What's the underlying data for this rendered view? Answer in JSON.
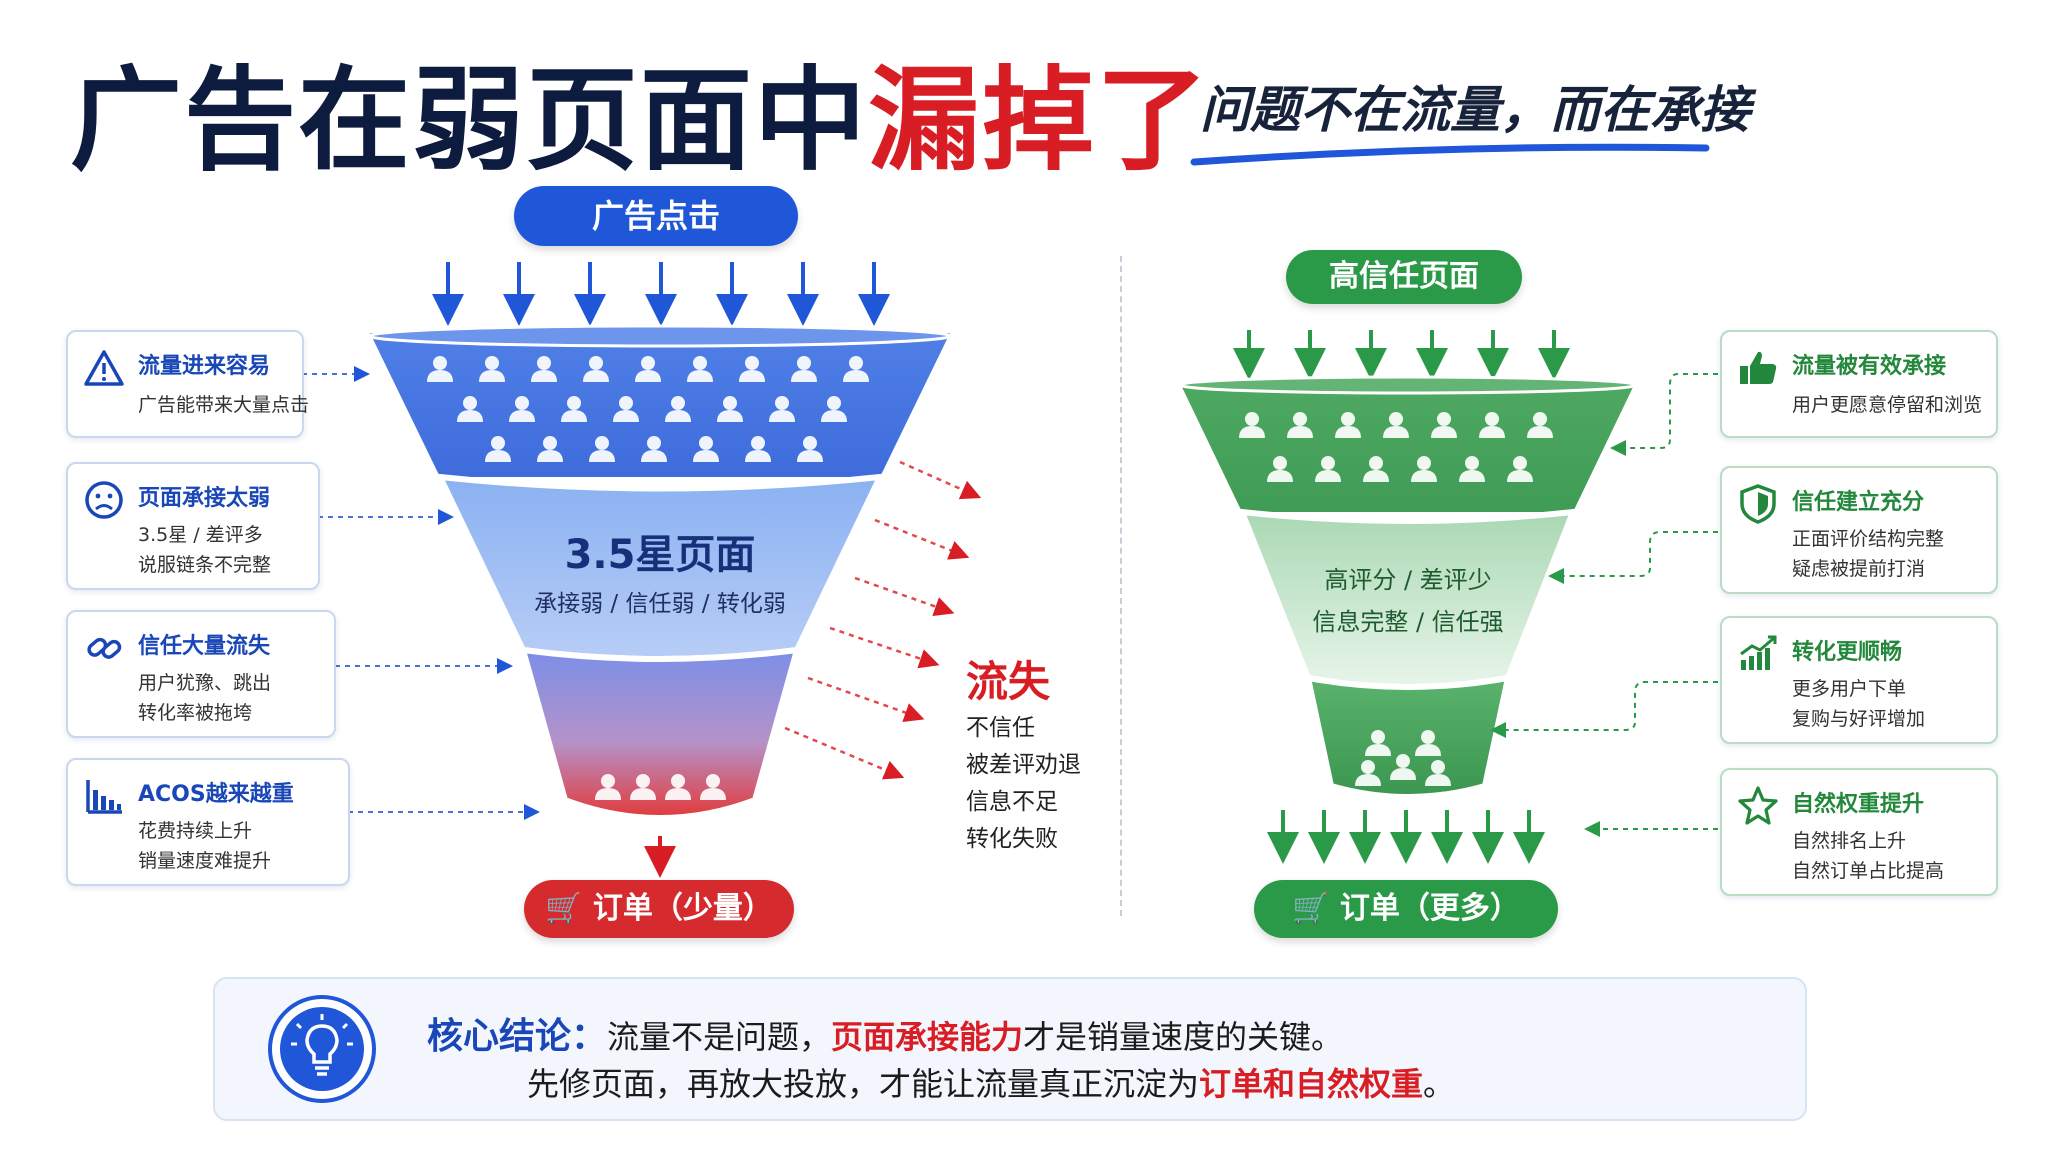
{
  "header": {
    "title_main": "广告在弱页面中",
    "title_highlight": "漏掉了",
    "subtitle": "问题不在流量，而在承接"
  },
  "left_funnel": {
    "top_label": "广告点击",
    "middle_title": "3.5星页面",
    "middle_subtitle": "承接弱 / 信任弱 / 转化弱",
    "bottom_label": "订单（少量）"
  },
  "left_cards": [
    {
      "title": "流量进来容易",
      "lines": [
        "广告能带来大量点击"
      ],
      "icon": "warning-triangle-icon"
    },
    {
      "title": "页面承接太弱",
      "lines": [
        "3.5星 / 差评多",
        "说服链条不完整"
      ],
      "icon": "sad-face-icon"
    },
    {
      "title": "信任大量流失",
      "lines": [
        "用户犹豫、跳出",
        "转化率被拖垮"
      ],
      "icon": "broken-link-icon"
    },
    {
      "title": "ACOS越来越重",
      "lines": [
        "花费持续上升",
        "销量速度难提升"
      ],
      "icon": "bar-chart-icon"
    }
  ],
  "loss": {
    "title": "流失",
    "items": [
      "不信任",
      "被差评劝退",
      "信息不足",
      "转化失败"
    ]
  },
  "right_funnel": {
    "top_label": "高信任页面",
    "middle_line1": "高评分 / 差评少",
    "middle_line2": "信息完整 / 信任强",
    "bottom_label": "订单（更多）"
  },
  "right_cards": [
    {
      "title": "流量被有效承接",
      "lines": [
        "用户更愿意停留和浏览"
      ],
      "icon": "thumbs-up-icon"
    },
    {
      "title": "信任建立充分",
      "lines": [
        "正面评价结构完整",
        "疑虑被提前打消"
      ],
      "icon": "shield-icon"
    },
    {
      "title": "转化更顺畅",
      "lines": [
        "更多用户下单",
        "复购与好评增加"
      ],
      "icon": "growth-chart-icon"
    },
    {
      "title": "自然权重提升",
      "lines": [
        "自然排名上升",
        "自然订单占比提高"
      ],
      "icon": "star-icon"
    }
  ],
  "conclusion": {
    "label": "核心结论：",
    "line1_a": "流量不是问题，",
    "line1_b": "页面承接能力",
    "line1_c": "才是销量速度的关键。",
    "line2_a": "先修页面，再放大投放，才能让流量真正沉淀为",
    "line2_b": "订单和自然权重",
    "line2_c": "。",
    "icon": "lightbulb-icon"
  },
  "colors": {
    "blue": "#1f57d8",
    "green": "#2b9a48",
    "red": "#d81e24",
    "navy": "#0d1b3e"
  }
}
